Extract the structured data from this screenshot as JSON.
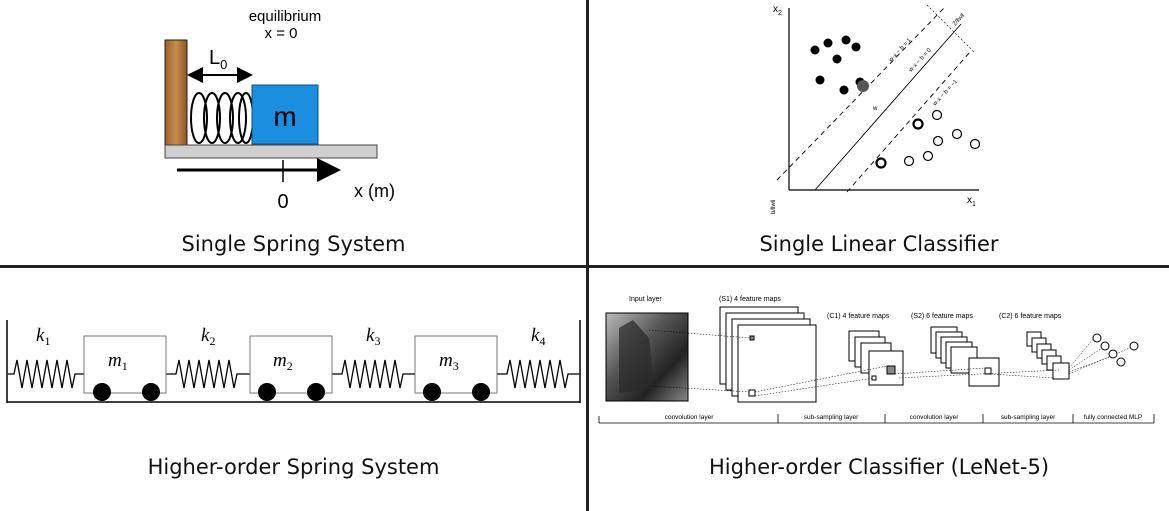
{
  "panels": {
    "top_left": {
      "caption": "Single Spring System",
      "eq_label_1": "equilibrium",
      "eq_label_2": "x = 0",
      "length_label": "L",
      "length_sub": "0",
      "mass_label": "m",
      "axis_label": "x (m)",
      "origin_label": "0"
    },
    "top_right": {
      "caption": "Single Linear Classifier",
      "x1": "x",
      "x1_sub": "1",
      "x2": "x",
      "x2_sub": "2",
      "line_upper": "w·x − b = 1",
      "line_mid": "w·x − b = 0",
      "line_lower": "w·x − b = −1",
      "margin_label": "2/‖w‖",
      "offset_label": "b/‖w‖",
      "w_label": "w"
    },
    "bottom_left": {
      "caption": "Higher-order Spring System",
      "springs": [
        {
          "k": "k",
          "sub": "1"
        },
        {
          "k": "k",
          "sub": "2"
        },
        {
          "k": "k",
          "sub": "3"
        },
        {
          "k": "k",
          "sub": "4"
        }
      ],
      "masses": [
        {
          "m": "m",
          "sub": "1"
        },
        {
          "m": "m",
          "sub": "2"
        },
        {
          "m": "m",
          "sub": "3"
        }
      ]
    },
    "bottom_right": {
      "caption": "Higher-order Classifier (LeNet-5)",
      "input_layer": "Input layer",
      "s1": "(S1) 4 feature maps",
      "c1": "(C1) 4 feature maps",
      "s2": "(S2) 6 feature maps",
      "c2": "(C2) 6 feature maps",
      "stages": [
        "convolution layer",
        "sub-sampling layer",
        "convolution layer",
        "sub-sampling layer",
        "fully connected MLP"
      ]
    }
  },
  "colors": {
    "mass_blue": "#1a8fe0",
    "wall_wood": "#b47a3a",
    "floor_gray": "#c9c9c9"
  }
}
